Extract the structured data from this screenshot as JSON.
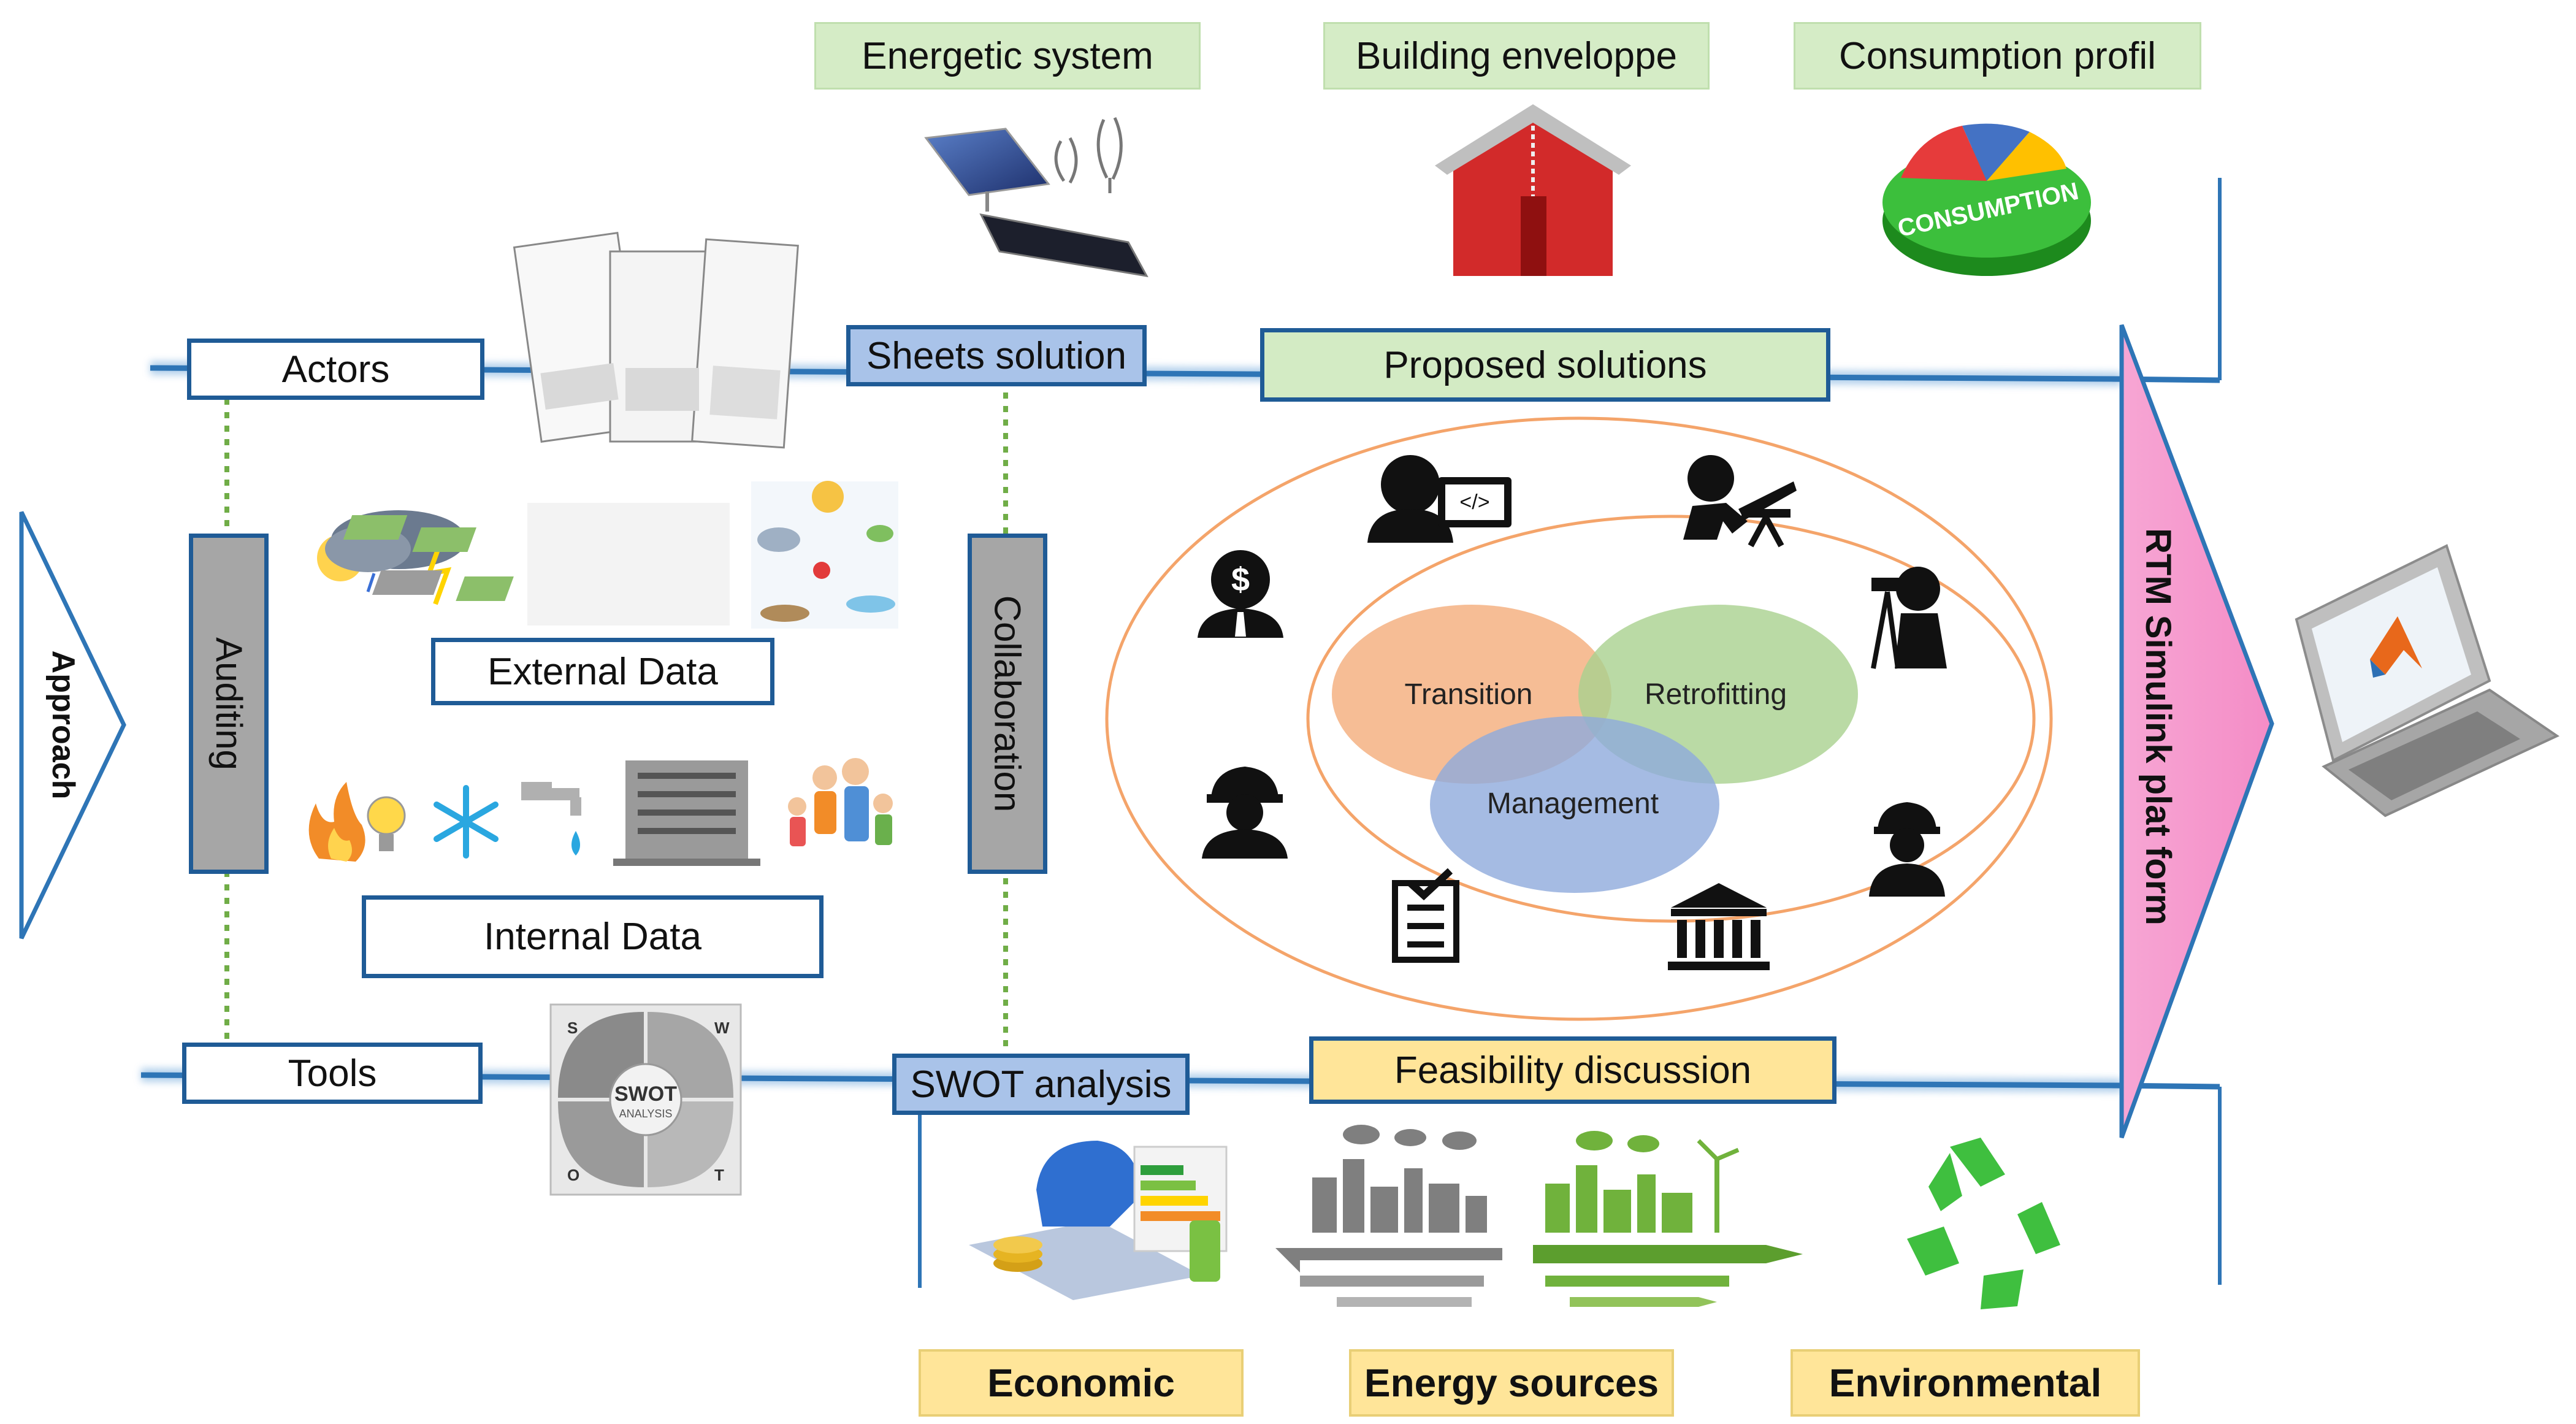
{
  "top_categories": {
    "energetic_system": "Energetic system",
    "building_envelope": "Building enveloppe",
    "consumption_profile": "Consumption profil"
  },
  "consumption_pie_text": "CONSUMPTION",
  "upper_line": {
    "actors": "Actors",
    "sheets_solution": "Sheets solution",
    "proposed_solutions": "Proposed solutions"
  },
  "approach_label": "Approach",
  "auditing_label": "Auditing",
  "collaboration_label": "Collaboration",
  "external_data": "External Data",
  "internal_data": "Internal Data",
  "venn": {
    "transition": "Transition",
    "retrofitting": "Retrofitting",
    "management": "Management"
  },
  "platform_label": "RTM Simulink plat form",
  "lower_line": {
    "tools": "Tools",
    "swot_analysis": "SWOT analysis",
    "feasibility_discussion": "Feasibility discussion"
  },
  "swot": {
    "center": "SWOT",
    "sub": "ANALYSIS",
    "letters": [
      "S",
      "W",
      "O",
      "T"
    ]
  },
  "bottom_categories": {
    "economic": "Economic",
    "energy_sources": "Energy sources",
    "environmental": "Environmental"
  },
  "colors": {
    "line_blue": "#2e75b6",
    "border_blue": "#1f5b96",
    "label_green": "#d5ecc6",
    "label_yellow": "#ffe599",
    "label_blue": "#a9c3e9",
    "platform_pink": "#f59ecf",
    "venn_orange": "#f4b183",
    "venn_green": "#a9d18e",
    "venn_blue": "#8faadc",
    "dotted_green": "#70ad47"
  }
}
